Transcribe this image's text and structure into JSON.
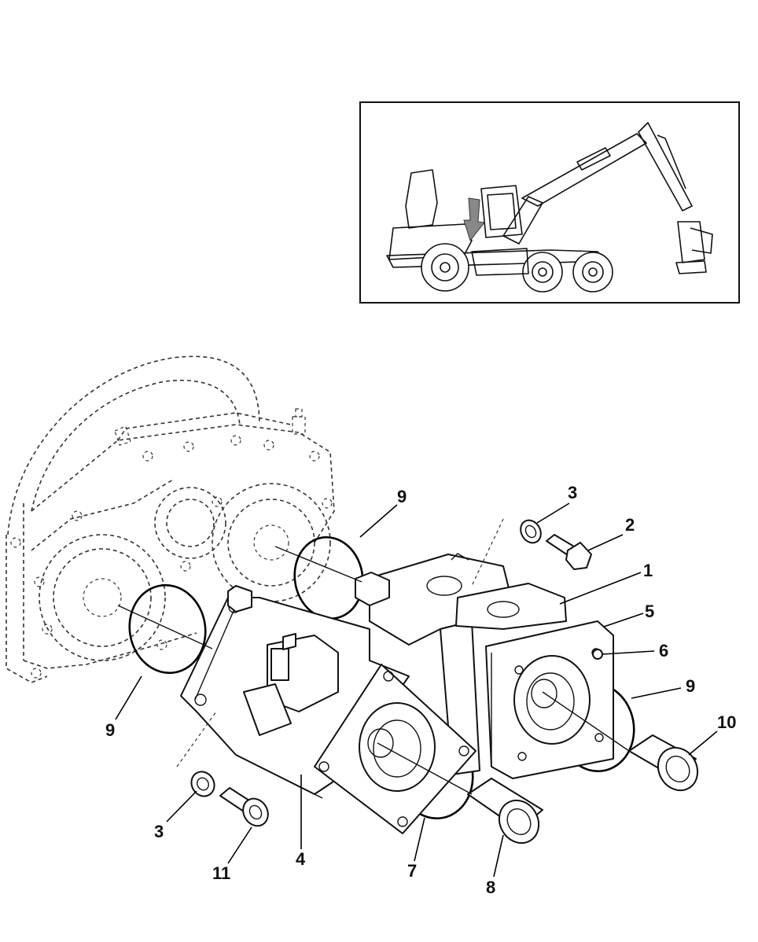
{
  "diagram": {
    "callouts": [
      {
        "id": "1",
        "text": "1"
      },
      {
        "id": "2",
        "text": "2"
      },
      {
        "id": "3a",
        "text": "3"
      },
      {
        "id": "3b",
        "text": "3"
      },
      {
        "id": "4",
        "text": "4"
      },
      {
        "id": "5",
        "text": "5"
      },
      {
        "id": "6",
        "text": "6"
      },
      {
        "id": "7",
        "text": "7"
      },
      {
        "id": "8",
        "text": "8"
      },
      {
        "id": "9a",
        "text": "9"
      },
      {
        "id": "9b",
        "text": "9"
      },
      {
        "id": "9c",
        "text": "9"
      },
      {
        "id": "10",
        "text": "10"
      },
      {
        "id": "11",
        "text": "11"
      }
    ],
    "inset": {
      "subject": "forestry harvester",
      "indicator": "location-arrow"
    },
    "colors": {
      "line": "#111111",
      "arrow": "#888888",
      "background": "#ffffff"
    }
  }
}
